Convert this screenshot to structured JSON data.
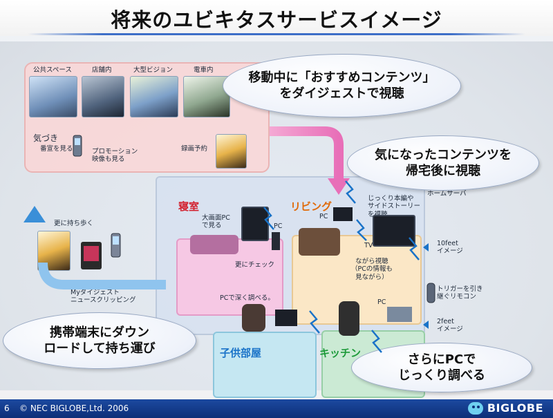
{
  "slide": {
    "title": "将来のユビキタスサービスイメージ",
    "page_number": "6",
    "copyright": "© NEC BIGLOBE,Ltd. 2006",
    "brand": "BIGLOBE"
  },
  "outdoor": {
    "places": [
      "公共スペース",
      "店舗内",
      "大型ビジョン",
      "電車内"
    ],
    "notice_title": "気づき",
    "notice_sub": "番宣を見る",
    "promotion": "プロモーション\n映像も見る",
    "recording": "録画予約"
  },
  "bubbles": {
    "moving": "移動中に「おすすめコンテンツ」\nをダイジェストで視聴",
    "home": "気になったコンテンツを\n帰宅後に視聴",
    "download": "携帯端末にダウン\nロードして持ち運び",
    "pc": "さらにPCで\nじっくり調べる"
  },
  "carry": {
    "carry_more": "更に持ち歩く",
    "clipping": "Myダイジェスト\nニュースクリッピング"
  },
  "rooms": {
    "bedroom": {
      "name": "寝室",
      "big_screen": "大画面PC\nで見る",
      "pc": "PC",
      "check": "更にチェック"
    },
    "living": {
      "name": "リビング",
      "pc": "PC",
      "tv": "TV",
      "main_story": "じっくり本編や\nサイドストーリー\nを視聴",
      "while_watching": "ながら視聴\n（PCの情報も\n見ながら）"
    },
    "kids": {
      "name": "子供部屋",
      "search": "PCで深く調べる。"
    },
    "kitchen": {
      "name": "キッチン",
      "pc": "PC"
    }
  },
  "side": {
    "home_server": "ホームサーバ",
    "ten_feet": "10feet\nイメージ",
    "trigger": "トリガーを引き\n継ぐリモコン",
    "two_feet": "2feet\nイメージ"
  },
  "icons": {
    "wireless": "wireless-icon",
    "arrow": "flow-arrow-icon",
    "phone": "mobile-phone-icon"
  },
  "colors": {
    "accent_blue": "#1a73c8",
    "room_red": "#d3202e",
    "room_orange": "#e06a0a",
    "room_green": "#1e9a3a",
    "flow_pink": "#e86fb8",
    "flow_blue": "#3a8fd8",
    "footer_blue": "#0d2f78"
  }
}
